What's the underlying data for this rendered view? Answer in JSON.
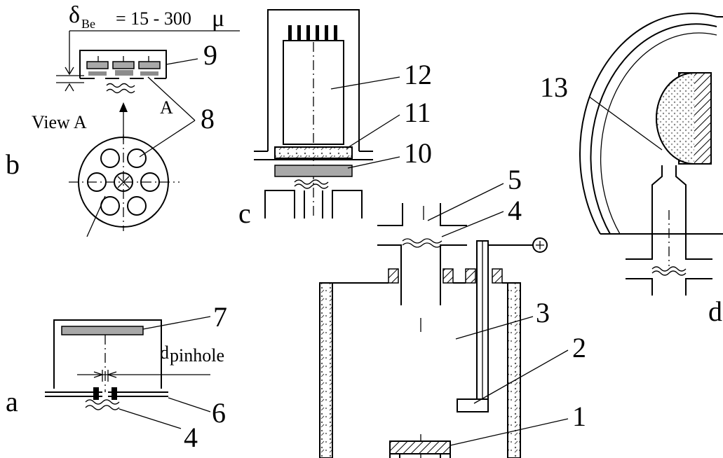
{
  "labels": {
    "delta": "δ",
    "delta_sub": "Be",
    "delta_value": "= 15 - 300",
    "mu": "μ",
    "view_a": "View A",
    "a_small": "A",
    "d_main": "d",
    "d_sub": "pinhole",
    "n1": "1",
    "n2": "2",
    "n3": "3",
    "n4a": "4",
    "n4b": "4",
    "n5": "5",
    "n6": "6",
    "n7": "7",
    "n8": "8",
    "n9": "9",
    "n10": "10",
    "n11": "11",
    "n12": "12",
    "n13": "13",
    "panel_a": "a",
    "panel_b": "b",
    "panel_c": "c",
    "panel_d": "d",
    "plus": "+"
  }
}
